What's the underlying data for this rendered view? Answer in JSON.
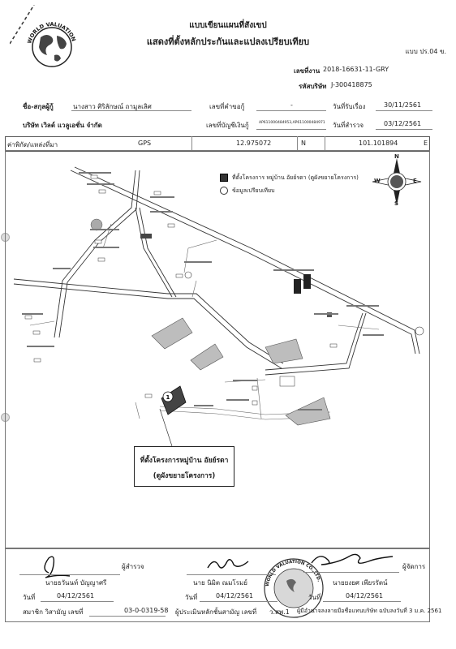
{
  "logo": {
    "text": "WORLD VALUATION"
  },
  "header": {
    "title1": "แบบเขียนแผนที่สังเขป",
    "title2": "แสดงที่ตั้งหลักประกันและแปลงเปรียบเทียบ",
    "form_no": "แบบ ปร.04 ข."
  },
  "job": {
    "label": "เลขที่งาน",
    "value": "2018-16631-11-GRY"
  },
  "company_code": {
    "label": "รหัสบริษัท",
    "value": "J-300418875"
  },
  "row1": {
    "name_label": "ชื่อ-สกุลผู้กู้",
    "name_value": "นางสาว ศิริลักษณ์ ถามูลเลิศ",
    "acct_label": "เลขที่คำขอกู้",
    "acct_value": "-",
    "recv_label": "วันที่รับเรื่อง",
    "recv_value": "30/11/2561"
  },
  "row2": {
    "company": "บริษัท เวิลด์ แวลูเอชั่น จำกัด",
    "loan_label": "เลขที่บัญชีเงินกู้",
    "loan_value": "AP611000484953,AP611000484971",
    "survey_label": "วันที่สำรวจ",
    "survey_value": "03/12/2561"
  },
  "coords": {
    "label": "ค่าพิกัด/แหล่งที่มา",
    "source": "GPS",
    "north": "12.975072",
    "n": "N",
    "east": "101.101894",
    "e": "E"
  },
  "legend": {
    "item1": "ที่ตั้งโครงการ หมู่บ้าน อัยย์รดา (ดูผังขยายโครงการ)",
    "item2": "ข้อมูลเปรียบเทียบ"
  },
  "compass": {
    "n": "N",
    "s": "S",
    "e": "E",
    "w": "W"
  },
  "callout": {
    "line1": "ที่ตั้งโครงการหมู่บ้าน อัยย์รดา",
    "line2": "(ดูผังขยายโครงการ)"
  },
  "signatures": {
    "surveyor_role": "ผู้สำรวจ",
    "surveyor_name": "นายธวันนท์ บัญญาศรี",
    "date_label": "วันที่",
    "surveyor_date": "04/12/2561",
    "member_label": "สมาชิก วิสามัญ เลขที่",
    "member_no": "03-0-0319-58",
    "reviewer_name": "นาย นิมิต ณมโรมย์",
    "reviewer_date": "04/12/2561",
    "reviewer_label": "ผู้ประเมินหลักชั้นสามัญ เลขที่",
    "reviewer_no": "ว.สพ.1",
    "manager_role": "ผู้จัดการ",
    "manager_name": "นายยงยศ เพียรรัตน์",
    "manager_date": "04/12/2561",
    "authority": "ผู้มีอำนาจลงลายมือชื่อแทนบริษัท ฉบับลงวันที่ 3 ม.ค. 2561"
  },
  "stamp": {
    "text": "WORLD VALUATION CO.,LTD."
  }
}
